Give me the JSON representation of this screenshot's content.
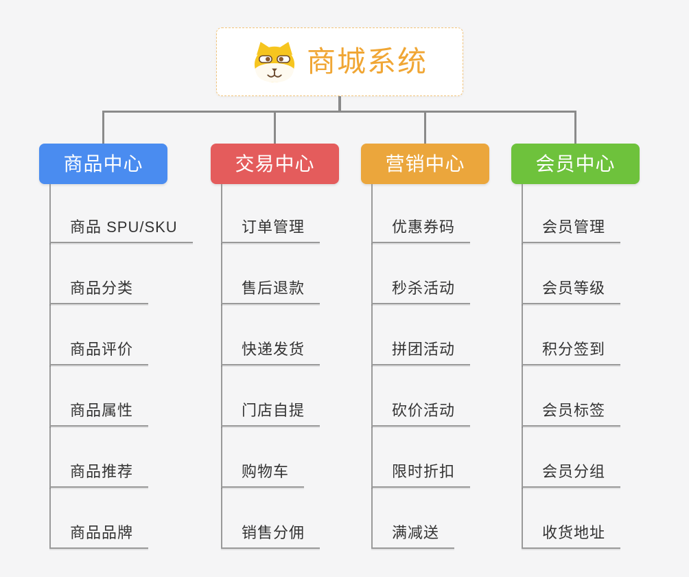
{
  "root": {
    "title": "商城系统",
    "icon": "dog-face-icon",
    "title_color": "#f0a634",
    "border_color": "#f2c379"
  },
  "colors": {
    "background": "#f5f5f6",
    "connector": "#8a8a8a",
    "underline": "#999999",
    "child_text": "#333333"
  },
  "branches": [
    {
      "label": "商品中心",
      "color": "#4a8cf0",
      "items": [
        "商品 SPU/SKU",
        "商品分类",
        "商品评价",
        "商品属性",
        "商品推荐",
        "商品品牌"
      ]
    },
    {
      "label": "交易中心",
      "color": "#e45c5c",
      "items": [
        "订单管理",
        "售后退款",
        "快递发货",
        "门店自提",
        "购物车",
        "销售分佣"
      ]
    },
    {
      "label": "营销中心",
      "color": "#eba63c",
      "items": [
        "优惠券码",
        "秒杀活动",
        "拼团活动",
        "砍价活动",
        "限时折扣",
        "满减送"
      ]
    },
    {
      "label": "会员中心",
      "color": "#6ec23c",
      "items": [
        "会员管理",
        "会员等级",
        "积分签到",
        "会员标签",
        "会员分组",
        "收货地址"
      ]
    }
  ]
}
